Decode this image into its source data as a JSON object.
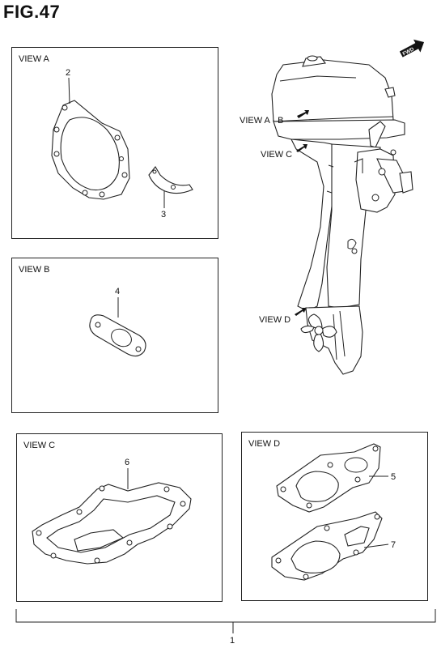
{
  "figure": {
    "title": "FIG.47"
  },
  "badge": {
    "text": "FWD"
  },
  "views": {
    "a": {
      "label": "VIEW A",
      "parts": [
        "2",
        "3"
      ]
    },
    "b": {
      "label": "VIEW B",
      "parts": [
        "4"
      ]
    },
    "c": {
      "label": "VIEW C",
      "parts": [
        "6"
      ]
    },
    "d": {
      "label": "VIEW D",
      "parts": [
        "5",
        "7"
      ]
    }
  },
  "engine_callouts": {
    "ab": "VIEW A · B",
    "c": "VIEW C",
    "d": "VIEW D"
  },
  "set_number": "1"
}
